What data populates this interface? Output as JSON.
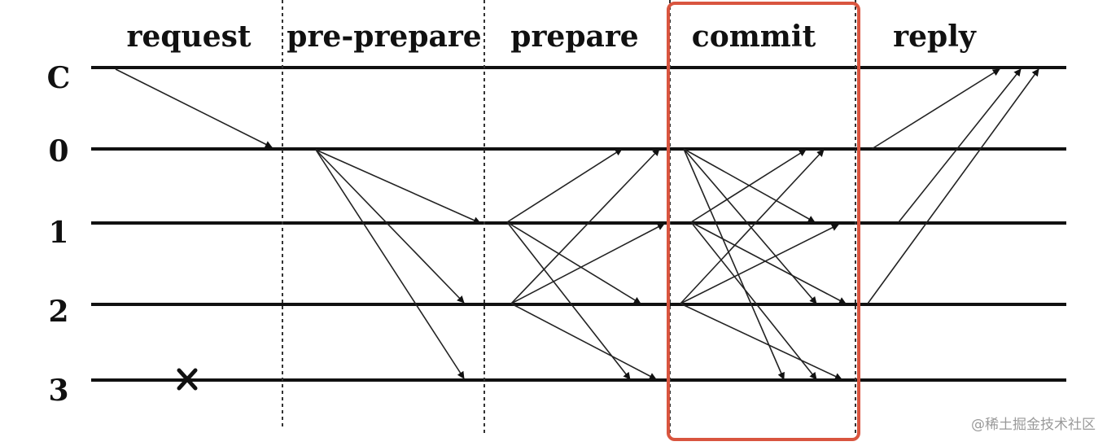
{
  "phases": [
    "request",
    "pre-prepare",
    "prepare",
    "commit",
    "reply"
  ],
  "nodes": [
    "C",
    "0",
    "1",
    "2",
    "3"
  ],
  "crashed_node": "3",
  "crash_marker": "X",
  "highlight": {
    "phase": "commit",
    "color": "#d9553f"
  },
  "watermark": "@稀土掘金技术社区"
}
